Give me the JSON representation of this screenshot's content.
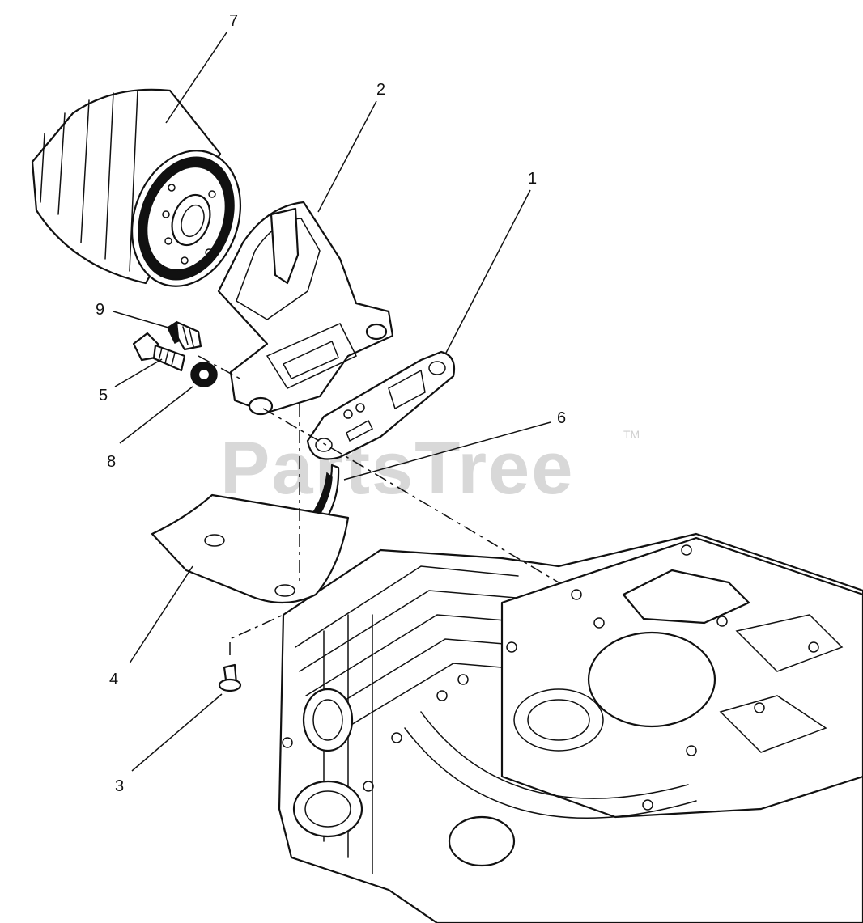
{
  "watermark": {
    "text": "PartsTree",
    "trademark": "TM",
    "color": "#d8d8d8"
  },
  "callouts": [
    {
      "label": "1"
    },
    {
      "label": "2"
    },
    {
      "label": "3"
    },
    {
      "label": "4"
    },
    {
      "label": "5"
    },
    {
      "label": "6"
    },
    {
      "label": "7"
    },
    {
      "label": "8"
    },
    {
      "label": "9"
    }
  ]
}
